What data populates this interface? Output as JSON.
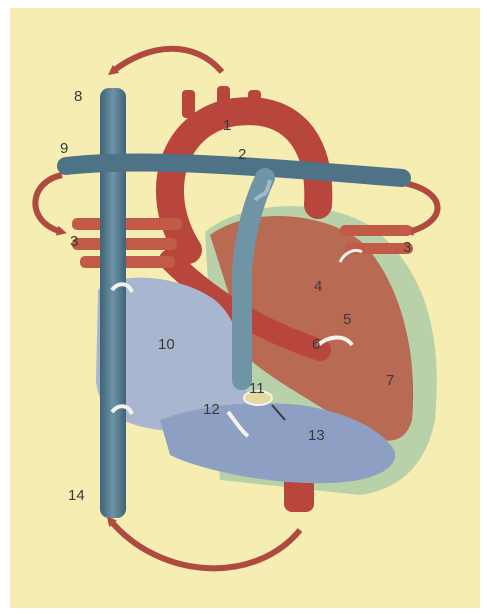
{
  "diagram": {
    "labels": {
      "l1": "1",
      "l2": "2",
      "l3_left": "3",
      "l3_right": "3",
      "l4": "4",
      "l5": "5",
      "l6": "6",
      "l7": "7",
      "l8": "8",
      "l9": "9",
      "l10": "10",
      "l11": "11",
      "l12": "12",
      "l13": "13",
      "l14": "14"
    }
  },
  "colors": {
    "background": "#f6edb2",
    "page": "#ffffff",
    "artery": "#b8463c",
    "artery_dark": "#8e2e28",
    "vein": "#4e7286",
    "vein_light": "#7fa3b3",
    "atrium": "#a9b6cf",
    "ventricle_right": "#8e9fc4",
    "ventricle_left": "#b86a52",
    "myocardium": "#b9d1a8",
    "arrow": "#b04a40"
  }
}
